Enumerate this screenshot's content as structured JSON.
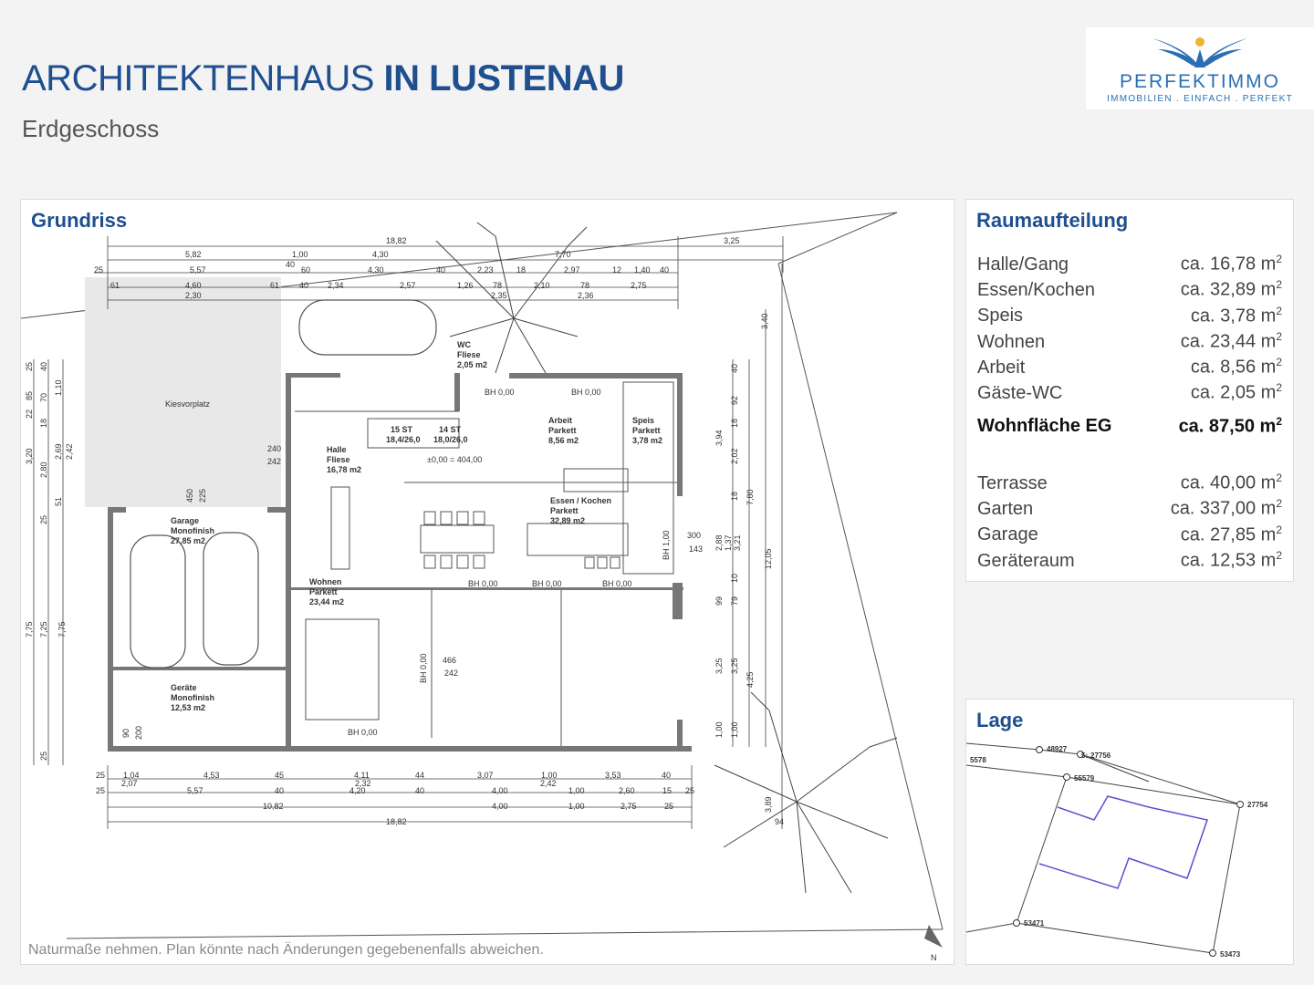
{
  "header": {
    "title_light": "ARCHITEKTENHAUS ",
    "title_bold": "IN LUSTENAU",
    "subtitle": "Erdgeschoss"
  },
  "logo": {
    "name": "PERFEKTIMMO",
    "tagline": "IMMOBILIEN . EINFACH . PERFEKT",
    "brand_color": "#2a6fb5"
  },
  "plan": {
    "heading": "Grundriss",
    "note": "Naturmaße nehmen. Plan könnte nach Änderungen gegebenenfalls abweichen.",
    "north_label": "N",
    "rooms": [
      {
        "name": "Kiesvorplatz",
        "floor": "",
        "area": ""
      },
      {
        "name": "WC",
        "floor": "Fliese",
        "area": "2,05 m2"
      },
      {
        "name": "Arbeit",
        "floor": "Parkett",
        "area": "8,56 m2"
      },
      {
        "name": "Speis",
        "floor": "Parkett",
        "area": "3,78 m2"
      },
      {
        "name": "Halle",
        "floor": "Fliese",
        "area": "16,78 m2"
      },
      {
        "name": "Essen / Kochen",
        "floor": "Parkett",
        "area": "32,89 m2"
      },
      {
        "name": "Garage",
        "floor": "Monofinish",
        "area": "27,85 m2"
      },
      {
        "name": "Wohnen",
        "floor": "Parkett",
        "area": "23,44 m2"
      },
      {
        "name": "Geräte",
        "floor": "Monofinish",
        "area": "12,53 m2"
      }
    ],
    "labels": {
      "stairs_a": "15 ST",
      "stairs_a2": "18,4/26,0",
      "stairs_b": "14 ST",
      "stairs_b2": "18,0/26,0",
      "level": "±0,00 = 404,00",
      "bh1": "BH 0,00",
      "bh2": "BH 0,00",
      "bh3": "BH 0,00",
      "bh4": "BH 0,00",
      "bh5": "BH 0,00",
      "bh6": "BH 0,00",
      "bh7": "BH 0,00",
      "bh8": "BH 1,00",
      "door_300": "300",
      "door_143": "143",
      "d_466": "466",
      "d_242a": "242",
      "d_240": "240",
      "d_242b": "242",
      "d_90a": "90",
      "d_200a": "200",
      "d_450": "450",
      "d_225": "225"
    },
    "dims_top": {
      "total": "18,82",
      "r2_a": "5,82",
      "r2_b": "1,00",
      "r2_c": "4,30",
      "r2_d": "7,70",
      "r2_e": "3,25",
      "r3_a": "25",
      "r3_b": "5,57",
      "r3_c": "40",
      "r3_d": "60",
      "r3_e": "4,30",
      "r3_f": "40",
      "r3_g": "2,23",
      "r3_h": "18",
      "r3_i": "2,97",
      "r3_j": "12",
      "r3_k": "1,40",
      "r3_l": "40",
      "r4_a": "61",
      "r4_b": "4,60",
      "r4_c": "61",
      "r4_d": "40",
      "r4_e": "2,34",
      "r4_f": "2,57",
      "r4_g": "1,26",
      "r4_h": "78",
      "r4_i": "2,10",
      "r4_j": "78",
      "r4_k": "2,75",
      "r5_a": "2,30",
      "r5_b": "2,35",
      "r5_c": "2,36"
    },
    "dims_bottom": {
      "r1_a": "25",
      "r1_b": "1,04",
      "r1_c": "4,53",
      "r1_d": "45",
      "r1_e": "4,11",
      "r1_f": "44",
      "r1_g": "3,07",
      "r1_h": "1,00",
      "r1_i": "3,53",
      "r1_j": "40",
      "r1_k": "2,07",
      "r1_l": "2,32",
      "r1_m": "2,42",
      "r2_a": "25",
      "r2_b": "5,57",
      "r2_c": "40",
      "r2_d": "4,20",
      "r2_e": "40",
      "r2_f": "4,00",
      "r2_g": "1,00",
      "r2_h": "2,60",
      "r2_i": "15",
      "r2_j": "25",
      "r3_a": "10,82",
      "r3_b": "4,00",
      "r3_c": "1,00",
      "r3_d": "2,75",
      "r3_e": "25",
      "total": "18,82"
    },
    "dims_left": {
      "a": "25",
      "b": "40",
      "c": "85",
      "d": "1,10",
      "e": "70",
      "f": "22",
      "g": "18",
      "h": "3,20",
      "i": "2,80",
      "j": "2,69",
      "k": "2,42",
      "l": "51",
      "m": "25",
      "n": "7,75",
      "o": "7,25",
      "p": "7,75",
      "q": "25"
    },
    "dims_right": {
      "a": "3,40",
      "b": "40",
      "c": "92",
      "d": "18",
      "e": "3,94",
      "f": "2,02",
      "g": "18",
      "h": "7,80",
      "i": "2,88",
      "j": "1,37",
      "k": "3,21",
      "l": "12,05",
      "m": "10",
      "n": "99",
      "o": "79",
      "p": "3,25",
      "q": "3,25",
      "r": "4,25",
      "s": "1,00",
      "t": "1,00",
      "u": "3,89",
      "v": "94"
    }
  },
  "rooms_panel": {
    "heading": "Raumaufteilung",
    "items": [
      {
        "name": "Halle/Gang",
        "value": "ca. 16,78 m",
        "exp": "2"
      },
      {
        "name": "Essen/Kochen",
        "value": "ca. 32,89 m",
        "exp": "2"
      },
      {
        "name": "Speis",
        "value": "ca. 3,78 m",
        "exp": "2"
      },
      {
        "name": "Wohnen",
        "value": "ca. 23,44 m",
        "exp": "2"
      },
      {
        "name": "Arbeit",
        "value": "ca. 8,56 m",
        "exp": "2"
      },
      {
        "name": "Gäste-WC",
        "value": "ca. 2,05 m",
        "exp": "2"
      }
    ],
    "total": {
      "name": "Wohnfläche EG",
      "value": "ca. 87,50 m",
      "exp": "2"
    },
    "extras": [
      {
        "name": "Terrasse",
        "value": "ca. 40,00 m",
        "exp": "2"
      },
      {
        "name": "Garten",
        "value": "ca. 337,00 m",
        "exp": "2"
      },
      {
        "name": "Garage",
        "value": "ca. 27,85 m",
        "exp": "2"
      },
      {
        "name": "Geräteraum",
        "value": "ca. 12,53 m",
        "exp": "2"
      }
    ]
  },
  "location": {
    "heading": "Lage",
    "parcels": {
      "p1": "48927",
      "p2": "5:",
      "p3": "27756",
      "p4": "5578",
      "p5": "55579",
      "p6": "27754",
      "p7": "53471",
      "p8": "53473"
    },
    "outline_color": "#5a4fcf"
  }
}
